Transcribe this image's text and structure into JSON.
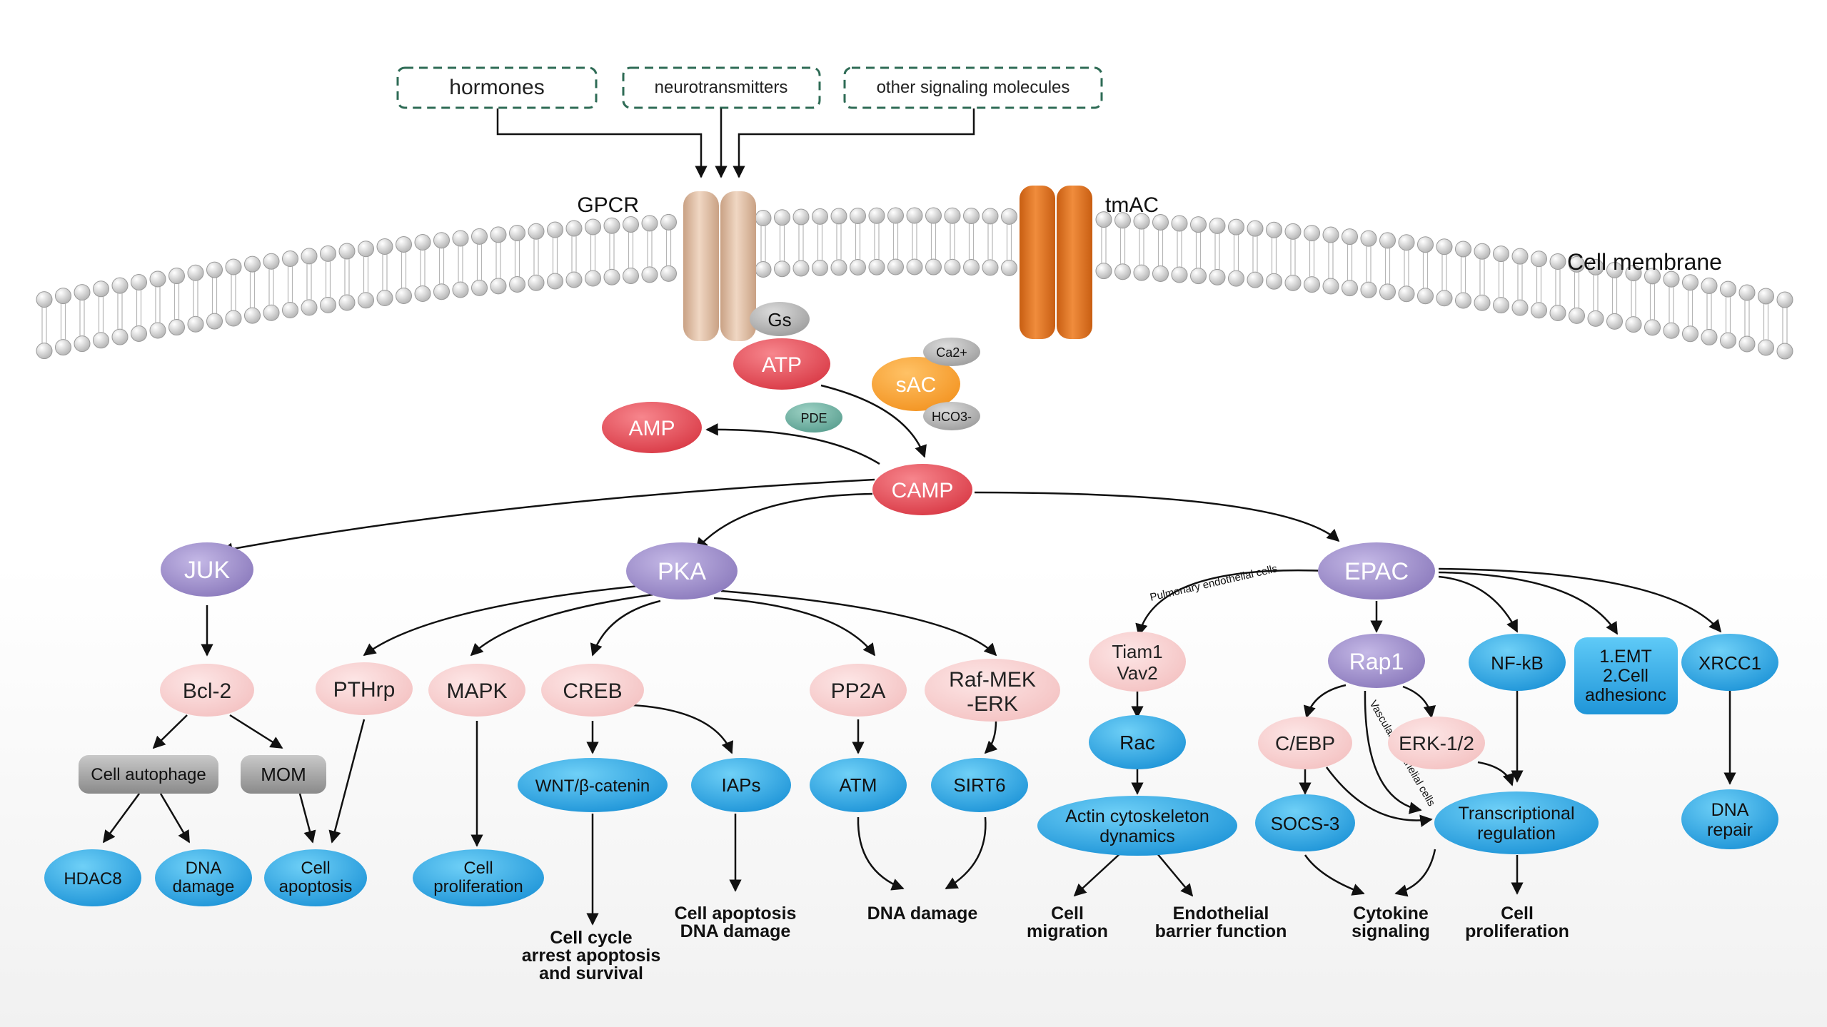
{
  "signals": {
    "hormones": "hormones",
    "neurotransmitters": "neurotransmitters",
    "other": "other signaling molecules"
  },
  "membrane": {
    "gpcr": "GPCR",
    "tmac": "tmAC",
    "label": "Cell membrane"
  },
  "nodes": {
    "gs": "Gs",
    "atp": "ATP",
    "ca2": "Ca2+",
    "sac": "sAC",
    "hco3": "HCO3-",
    "pde": "PDE",
    "amp": "AMP",
    "camp": "CAMP",
    "juk": "JUK",
    "pka": "PKA",
    "epac": "EPAC",
    "bcl2": "Bcl-2",
    "pthrp": "PTHrp",
    "mapk": "MAPK",
    "creb": "CREB",
    "pp2a": "PP2A",
    "raf_1": "Raf-MEK",
    "raf_2": "-ERK",
    "cell_autophage": "Cell autophage",
    "mom": "MOM",
    "wnt": "WNT/β-catenin",
    "iaps": "IAPs",
    "atm": "ATM",
    "sirt6": "SIRT6",
    "hdac8": "HDAC8",
    "dna_damage_1": "DNA",
    "dna_damage_2": "damage",
    "cell_apoptosis_1": "Cell",
    "cell_apoptosis_2": "apoptosis",
    "cell_prolif_1": "Cell",
    "cell_prolif_2": "proliferation",
    "tiam1_1": "Tiam1",
    "tiam1_2": "Vav2",
    "rac": "Rac",
    "actin_1": "Actin cytoskeleton",
    "actin_2": "dynamics",
    "rap1": "Rap1",
    "cebp": "C/EBP",
    "erk12": "ERK-1/2",
    "socs3": "SOCS-3",
    "trans_1": "Transcriptional",
    "trans_2": "regulation",
    "nfkb": "NF-kB",
    "emt_1": "1.EMT",
    "emt_2": "2.Cell",
    "emt_3": "adhesionc",
    "xrcc1": "XRCC1",
    "dna_repair_1": "DNA",
    "dna_repair_2": "repair"
  },
  "edge_labels": {
    "pulmonary": "Pulmonary endothelial cells",
    "vascular": "Vascular endothelial cells"
  },
  "outcomes": {
    "cell_cycle_1": "Cell cycle",
    "cell_cycle_2": "arrest apoptosis",
    "cell_cycle_3": "and survival",
    "apop_dna_1": "Cell apoptosis",
    "apop_dna_2": "DNA damage",
    "dna_damage": "DNA damage",
    "cell_migration_1": "Cell",
    "cell_migration_2": "migration",
    "endothelial_1": "Endothelial",
    "endothelial_2": "barrier function",
    "cytokine_1": "Cytokine",
    "cytokine_2": "signaling",
    "cell_prolif_1": "Cell",
    "cell_prolif_2": "proliferation"
  },
  "colors": {
    "purple_node": "#9e8ec9",
    "pink_node": "#f7d0d0",
    "blue_node": "#2fa7e3",
    "red_node": "#e8505b",
    "gray_box": "#9a9a9a",
    "orange_receptor": "#e07a2a",
    "tan_receptor": "#dfbea2",
    "green_pde": "#5fa596",
    "dashed_border": "#2e6b55"
  }
}
